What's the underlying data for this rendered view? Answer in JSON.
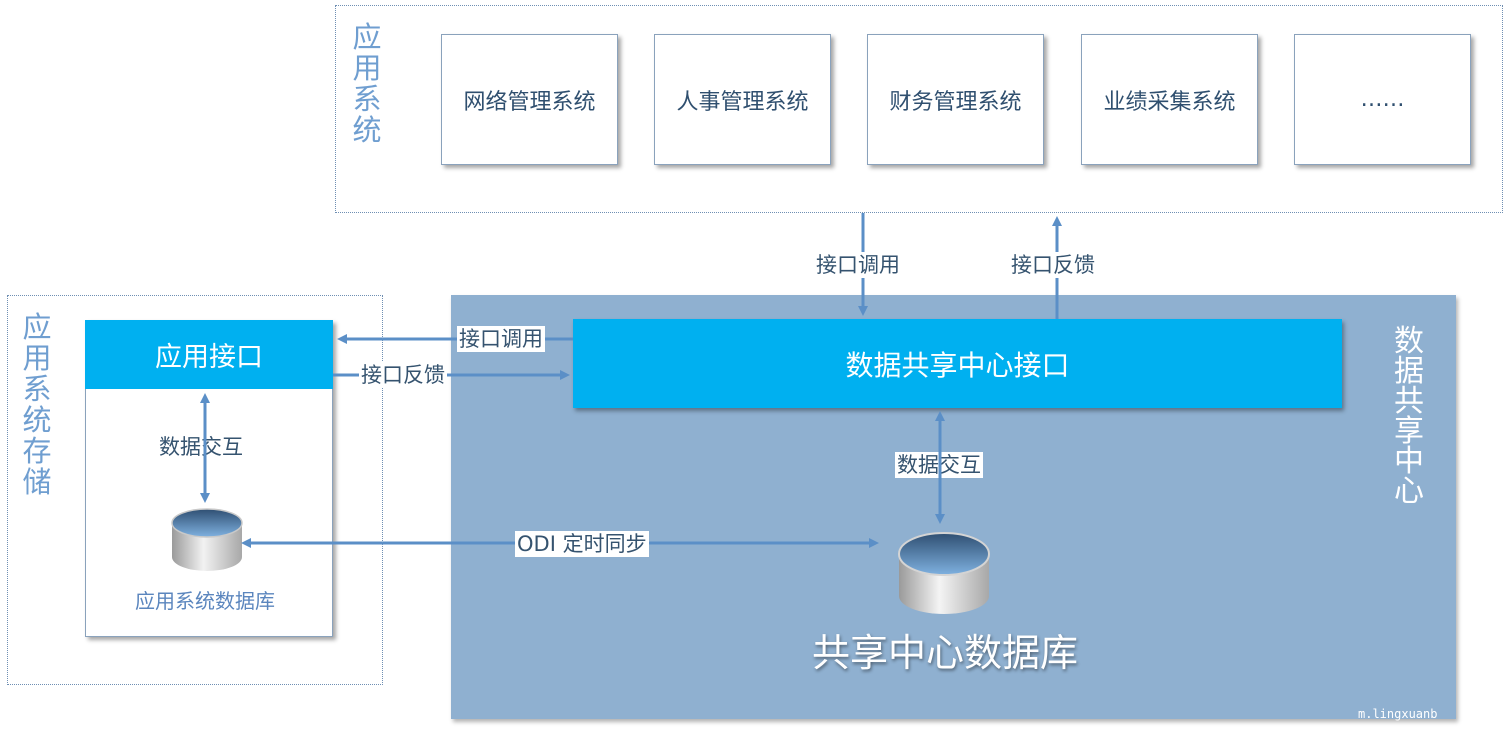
{
  "app_systems": {
    "label": "应用系统",
    "boxes": [
      "网络管理系统",
      "人事管理系统",
      "财务管理系统",
      "业绩采集系统",
      "……"
    ]
  },
  "storage": {
    "label": "应用系统存储",
    "interface": "应用接口",
    "exchange_label": "数据交互",
    "db_label": "应用系统数据库"
  },
  "center": {
    "label": "数据共享中心",
    "interface": "数据共享中心接口",
    "exchange_label": "数据交互",
    "db_label": "共享中心数据库"
  },
  "links": {
    "top_call": "接口调用",
    "top_feedback": "接口反馈",
    "left_call": "接口调用",
    "left_feedback": "接口反馈",
    "sync": "ODI 定时同步"
  },
  "watermark": "m.lingxuanb",
  "colors": {
    "arrow": "#5b8fc7",
    "center_bg": "#8fb0d0",
    "interface_bar": "#00b0f0"
  }
}
